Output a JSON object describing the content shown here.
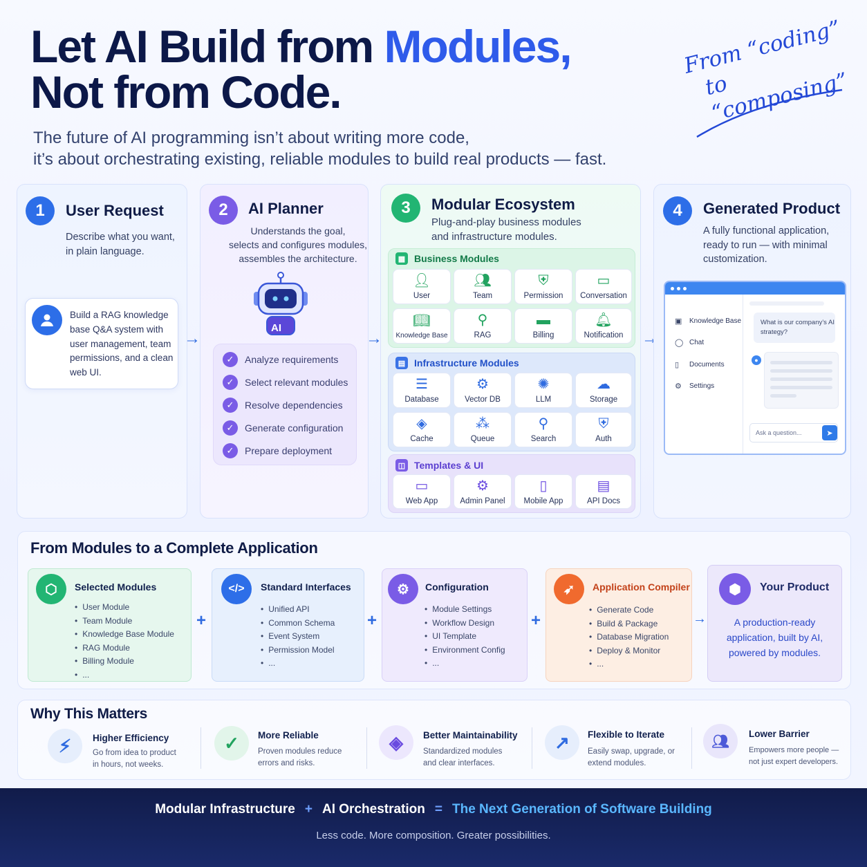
{
  "header": {
    "title_line1_a": "Let AI Build from ",
    "title_line1_b": "Modules,",
    "title_line2": "Not from Code.",
    "subtitle_line1": "The future of AI programming isn’t about writing more code,",
    "subtitle_line2": "it’s about orchestrating existing, reliable modules to build real products — fast.",
    "handwritten_line1": "From “coding”",
    "handwritten_line2": "to “composing”"
  },
  "steps": [
    {
      "num": "1",
      "title": "User Request",
      "desc_line1": "Describe what you want,",
      "desc_line2": "in plain language.",
      "request_lines": [
        "Build a RAG knowledge",
        "base Q&A system with",
        "user management, team",
        "permissions, and a clean",
        "web UI."
      ]
    },
    {
      "num": "2",
      "title": "AI Planner",
      "desc_lines": [
        "Understands the goal,",
        "selects and configures modules,",
        "assembles the architecture."
      ],
      "robot_label": "AI",
      "checks": [
        "Analyze requirements",
        "Select relevant modules",
        "Resolve dependencies",
        "Generate configuration",
        "Prepare deployment"
      ]
    },
    {
      "num": "3",
      "title": "Modular Ecosystem",
      "desc_line1": "Plug-and-play business modules",
      "desc_line2": "and infrastructure modules."
    },
    {
      "num": "4",
      "title": "Generated Product",
      "desc_lines": [
        "A fully functional application,",
        "ready to run — with minimal",
        "customization."
      ]
    }
  ],
  "ecosystem": {
    "business": {
      "title": "Business Modules",
      "items": [
        {
          "label": "User",
          "icon": "user-icon"
        },
        {
          "label": "Team",
          "icon": "team-icon"
        },
        {
          "label": "Permission",
          "icon": "shield-check-icon"
        },
        {
          "label": "Conversation",
          "icon": "chat-icon"
        },
        {
          "label": "Knowledge Base",
          "icon": "book-icon"
        },
        {
          "label": "RAG",
          "icon": "search-icon"
        },
        {
          "label": "Billing",
          "icon": "wallet-icon"
        },
        {
          "label": "Notification",
          "icon": "bell-icon"
        }
      ]
    },
    "infra": {
      "title": "Infrastructure Modules",
      "items": [
        {
          "label": "Database",
          "icon": "database-icon"
        },
        {
          "label": "Vector DB",
          "icon": "gear-icon"
        },
        {
          "label": "LLM",
          "icon": "chip-icon"
        },
        {
          "label": "Storage",
          "icon": "cloud-icon"
        },
        {
          "label": "Cache",
          "icon": "layers-icon"
        },
        {
          "label": "Queue",
          "icon": "nodes-icon"
        },
        {
          "label": "Search",
          "icon": "search-icon"
        },
        {
          "label": "Auth",
          "icon": "shield-plus-icon"
        }
      ]
    },
    "templates": {
      "title": "Templates & UI",
      "items": [
        {
          "label": "Web App",
          "icon": "monitor-icon"
        },
        {
          "label": "Admin Panel",
          "icon": "gear-icon"
        },
        {
          "label": "Mobile App",
          "icon": "phone-icon"
        },
        {
          "label": "API Docs",
          "icon": "doc-icon"
        }
      ]
    }
  },
  "product_mock": {
    "sidebar": [
      "Knowledge Base",
      "Chat",
      "Documents",
      "Settings"
    ],
    "chat_message": "What is our company’s AI strategy?",
    "input_placeholder": "Ask a question..."
  },
  "compose": {
    "title": "From Modules to a Complete Application",
    "cards": [
      {
        "title": "Selected Modules",
        "items": [
          "User Module",
          "Team Module",
          "Knowledge Base Module",
          "RAG Module",
          "Billing Module",
          "..."
        ]
      },
      {
        "title": "Standard Interfaces",
        "items": [
          "Unified API",
          "Common Schema",
          "Event System",
          "Permission Model",
          "..."
        ]
      },
      {
        "title": "Configuration",
        "items": [
          "Module Settings",
          "Workflow Design",
          "UI Template",
          "Environment Config",
          "..."
        ]
      },
      {
        "title": "Application Compiler",
        "items": [
          "Generate Code",
          "Build & Package",
          "Database Migration",
          "Deploy & Monitor",
          "..."
        ]
      }
    ],
    "product_title": "Your Product",
    "product_text_line1": "A production-ready",
    "product_text_line2": "application, built by AI,",
    "product_text_line3": "powered by modules."
  },
  "why": {
    "title": "Why This Matters",
    "items": [
      {
        "title": "Higher Efficiency",
        "line1": "Go from idea to product",
        "line2": "in hours, not weeks."
      },
      {
        "title": "More Reliable",
        "line1": "Proven modules reduce",
        "line2": "errors and risks."
      },
      {
        "title": "Better Maintainability",
        "line1": "Standardized modules",
        "line2": "and clear interfaces."
      },
      {
        "title": "Flexible to Iterate",
        "line1": "Easily swap, upgrade, or",
        "line2": "extend modules."
      },
      {
        "title": "Lower Barrier",
        "line1": "Empowers more people —",
        "line2": "not just expert developers."
      }
    ]
  },
  "footer": {
    "part1": "Modular Infrastructure",
    "plus": "+",
    "part2": "AI Orchestration",
    "equals": "=",
    "part3": "The Next Generation of Software Building",
    "tagline": "Less code. More composition. Greater possibilities."
  },
  "colors": {
    "accent": "#2f5bea",
    "green": "#22b573",
    "purple": "#7a5ce6",
    "orange": "#f06a2e",
    "navy": "#111c4a"
  }
}
